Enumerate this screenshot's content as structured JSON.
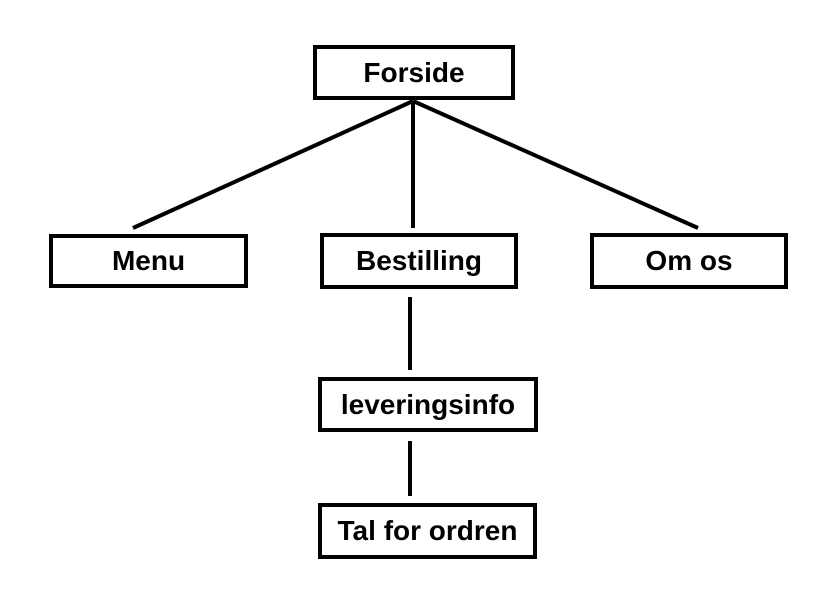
{
  "diagram": {
    "type": "sitemap-tree",
    "colors": {
      "background": "#ffffff",
      "box_fill": "#ffffff",
      "box_border": "#000000",
      "line": "#000000",
      "text": "#000000"
    },
    "nodes": {
      "forside": {
        "label": "Forside"
      },
      "menu": {
        "label": "Menu"
      },
      "bestilling": {
        "label": "Bestilling"
      },
      "om_os": {
        "label": "Om os"
      },
      "leveringsinfo": {
        "label": "leveringsinfo"
      },
      "tal_for_ordren": {
        "label": "Tal for ordren"
      }
    },
    "edges": [
      {
        "from": "Forside",
        "to": "Menu"
      },
      {
        "from": "Forside",
        "to": "Bestilling"
      },
      {
        "from": "Forside",
        "to": "Om os"
      },
      {
        "from": "Bestilling",
        "to": "leveringsinfo"
      },
      {
        "from": "leveringsinfo",
        "to": "Tal for ordren"
      }
    ]
  }
}
